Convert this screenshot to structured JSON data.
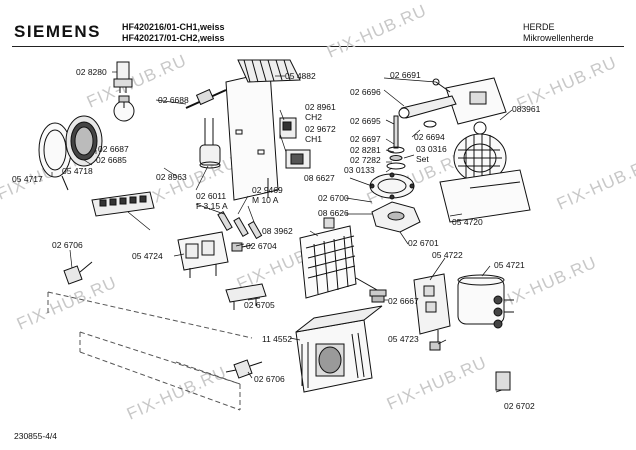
{
  "header": {
    "brand": "SIEMENS",
    "model_line_1": "HF420216/01-CH1,weiss",
    "model_line_2": "HF420217/01-CH2,weiss",
    "category": "HERDE",
    "subcategory": "Mikrowellenherde"
  },
  "footer": {
    "doc_number": "230855-4/4"
  },
  "watermark": {
    "text": "FIX-HUB.RU"
  },
  "parts": [
    "02 8280",
    "02 6688",
    "05 4882",
    "02 6691",
    "02 6696",
    "02 8961",
    "CH2",
    "02 9672",
    "CH1",
    "02 6695",
    "083961",
    "02 6697",
    "02 6694",
    "02 6687",
    "02 6685",
    "05 4718",
    "05 4717",
    "02 8963",
    "02 8281",
    "03 0316",
    "02 7282",
    "Set",
    "03 0133",
    "08 6627",
    "02 6011",
    "F 3,15 A",
    "02 9469",
    "M 10 A",
    "02 6700",
    "08 6626",
    "05 4720",
    "05 4724",
    "02 6704",
    "08 3962",
    "02 6701",
    "02 6706",
    "05 4722",
    "05 4721",
    "02 6705",
    "02 6667",
    "05 4723",
    "11 4552",
    "02 6706",
    "02 6702"
  ]
}
